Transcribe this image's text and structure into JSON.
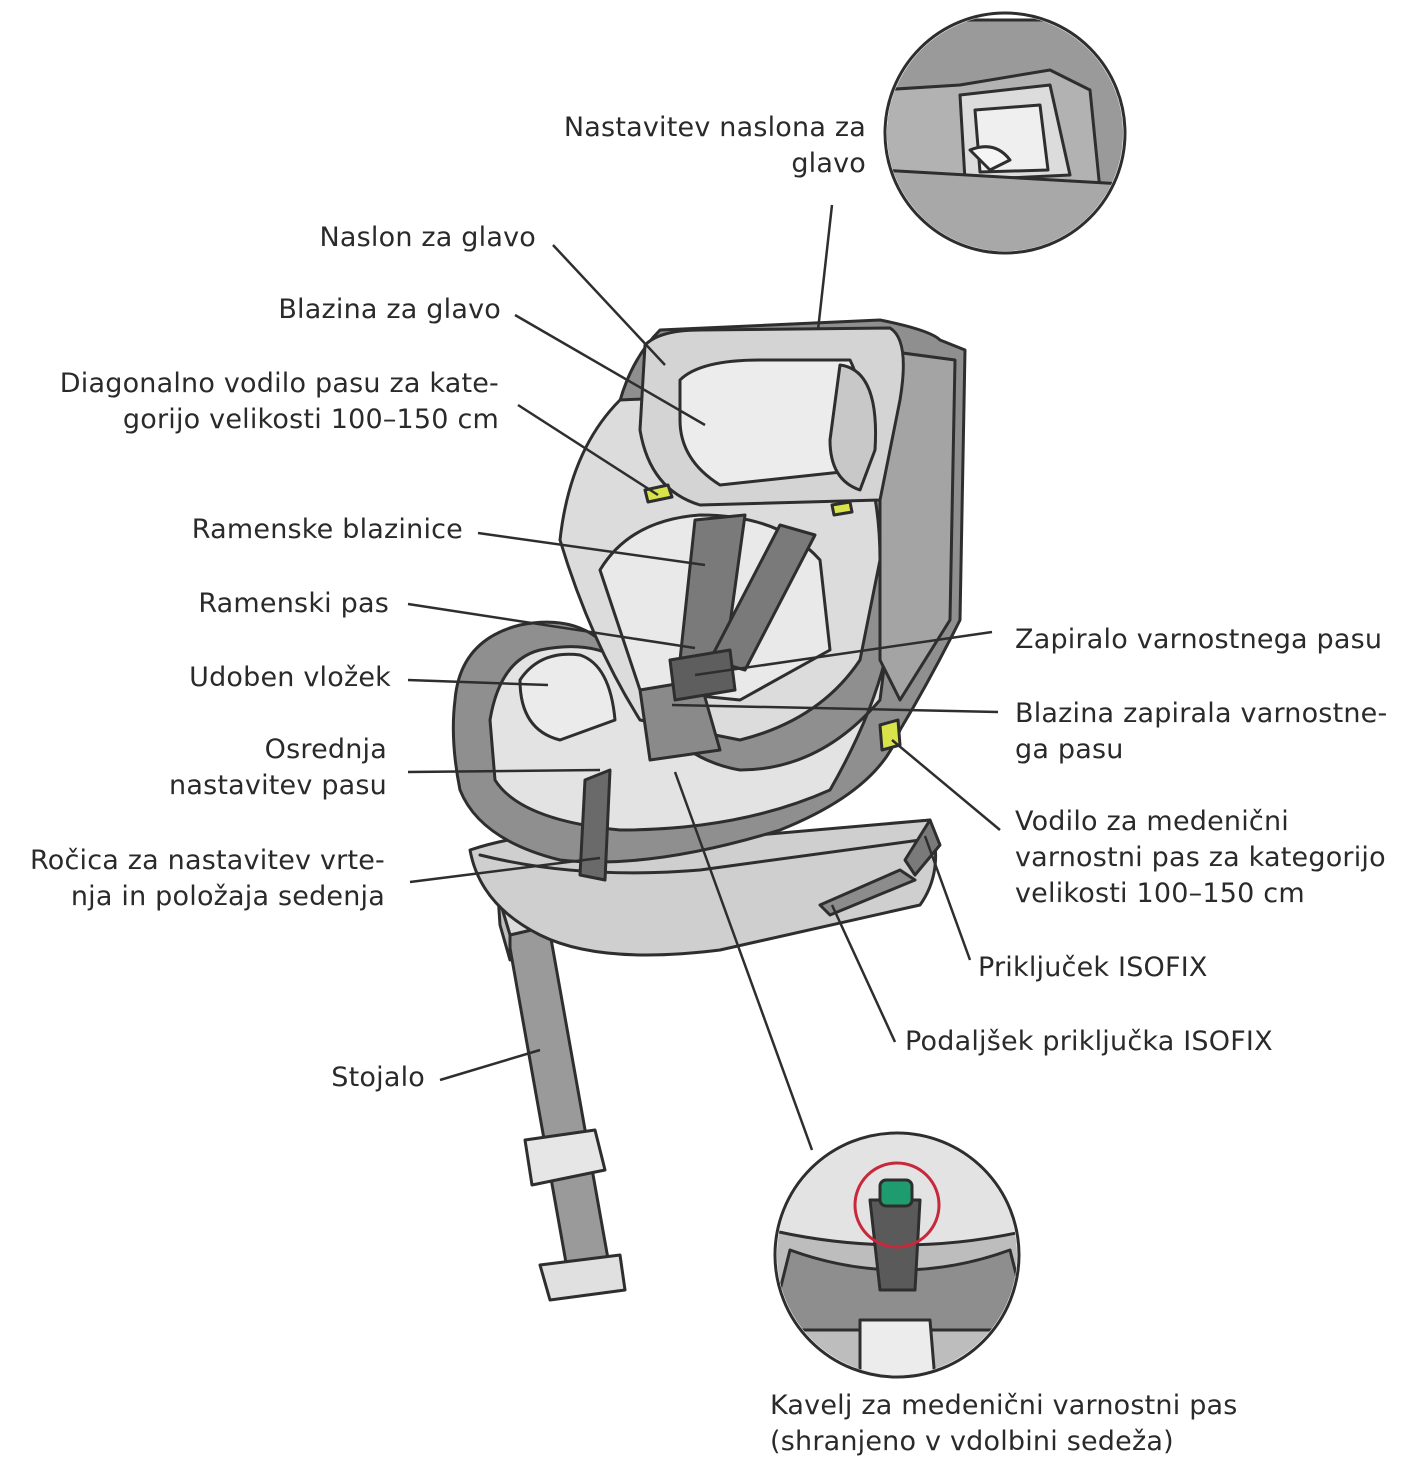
{
  "labels": {
    "headrest_adjuster": [
      "Nastavitev naslona za",
      "glavo"
    ],
    "headrest": "Naslon za glavo",
    "head_cushion": "Blazina za glavo",
    "diagonal_guide": [
      "Diagonalno vodilo pasu za kate-",
      "gorijo velikosti 100–150 cm"
    ],
    "shoulder_pads": "Ramenske blazinice",
    "shoulder_belt": "Ramenski pas",
    "comfort_insert": "Udoben vložek",
    "central_adjuster": [
      "Osrednja",
      "nastavitev pasu"
    ],
    "rotation_handle": [
      "Ročica za nastavitev vrte-",
      "nja in položaja sedenja"
    ],
    "support_leg": "Stojalo",
    "buckle": "Zapiralo varnostnega pasu",
    "buckle_pad": [
      "Blazina zapirala varnostne-",
      "ga pasu"
    ],
    "lap_guide": [
      "Vodilo za medenični",
      "varnostni pas za kategorijo",
      "velikosti 100–150 cm"
    ],
    "isofix_connector": "Priključek ISOFIX",
    "isofix_extension": "Podaljšek priključka ISOFIX",
    "lap_hook": [
      "Kavelj za medenični varnostni pas",
      "(shranjeno v vdolbini sedeža)"
    ]
  },
  "colors": {
    "frame": "#8f8f8f",
    "shell": "#b8b8b8",
    "padding": "#dedede",
    "light": "#ececec",
    "belt": "#6f6f6f",
    "outline": "#2e2e2e",
    "accent_yellow": "#d9e34a",
    "accent_red": "#c8283c",
    "accent_green": "#1f9c6e"
  }
}
